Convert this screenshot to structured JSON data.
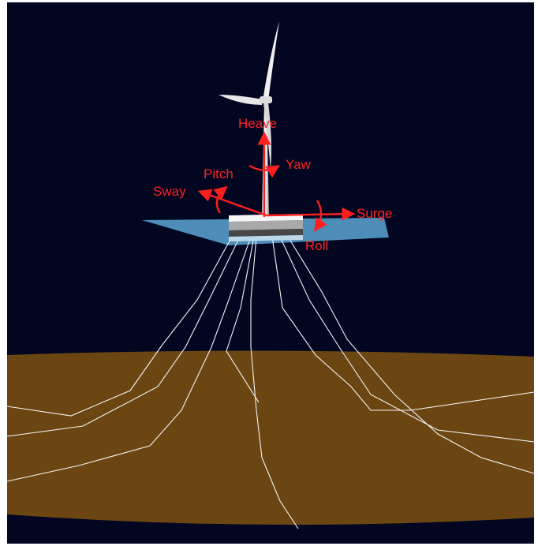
{
  "labels": {
    "heave": "Heave",
    "yaw": "Yaw",
    "pitch": "Pitch",
    "sway": "Sway",
    "surge": "Surge",
    "roll": "Roll"
  },
  "colors": {
    "background": "#020621",
    "seabed": "#6b4612",
    "water_plane": "#5aa6d2",
    "arrows": "#ff1f1f",
    "mooring_lines": "#ffffff",
    "turbine": "#f2f2f2"
  }
}
